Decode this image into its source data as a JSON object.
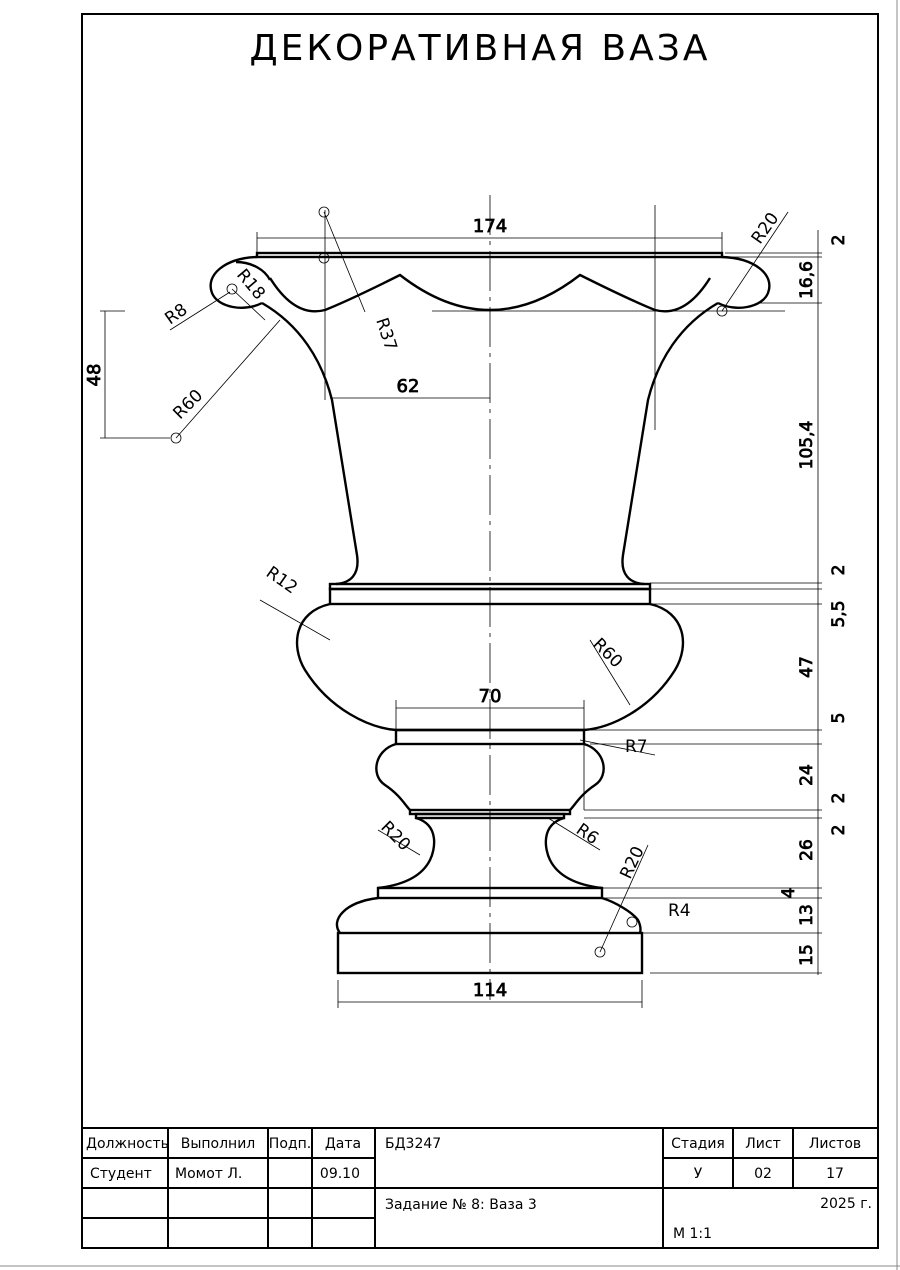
{
  "title": "ДЕКОРАТИВНАЯ ВАЗА",
  "dimensions": {
    "top_width": "174",
    "half_neck": "62",
    "knob_width": "70",
    "base_width": "114",
    "left_height": "48",
    "right_chain": [
      "2",
      "16,6",
      "105,4",
      "2",
      "5,5",
      "47",
      "5",
      "24",
      "2",
      "2",
      "26",
      "4",
      "13",
      "15"
    ]
  },
  "radii": [
    "R8",
    "R18",
    "R37",
    "R60",
    "R20",
    "R12",
    "R60",
    "R7",
    "R20",
    "R6",
    "R20",
    "R4"
  ],
  "title_block": {
    "headers": [
      "Должность",
      "Выполнил",
      "Подп.",
      "Дата"
    ],
    "row1": [
      "Студент",
      "Момот Л.",
      "",
      "09.10"
    ],
    "code": "БД3247",
    "task": "Задание № 8: Ваза 3",
    "stage_headers": [
      "Стадия",
      "Лист",
      "Листов"
    ],
    "stage_values": [
      "У",
      "02",
      "17"
    ],
    "year": "2025 г.",
    "scale": "М 1:1"
  }
}
